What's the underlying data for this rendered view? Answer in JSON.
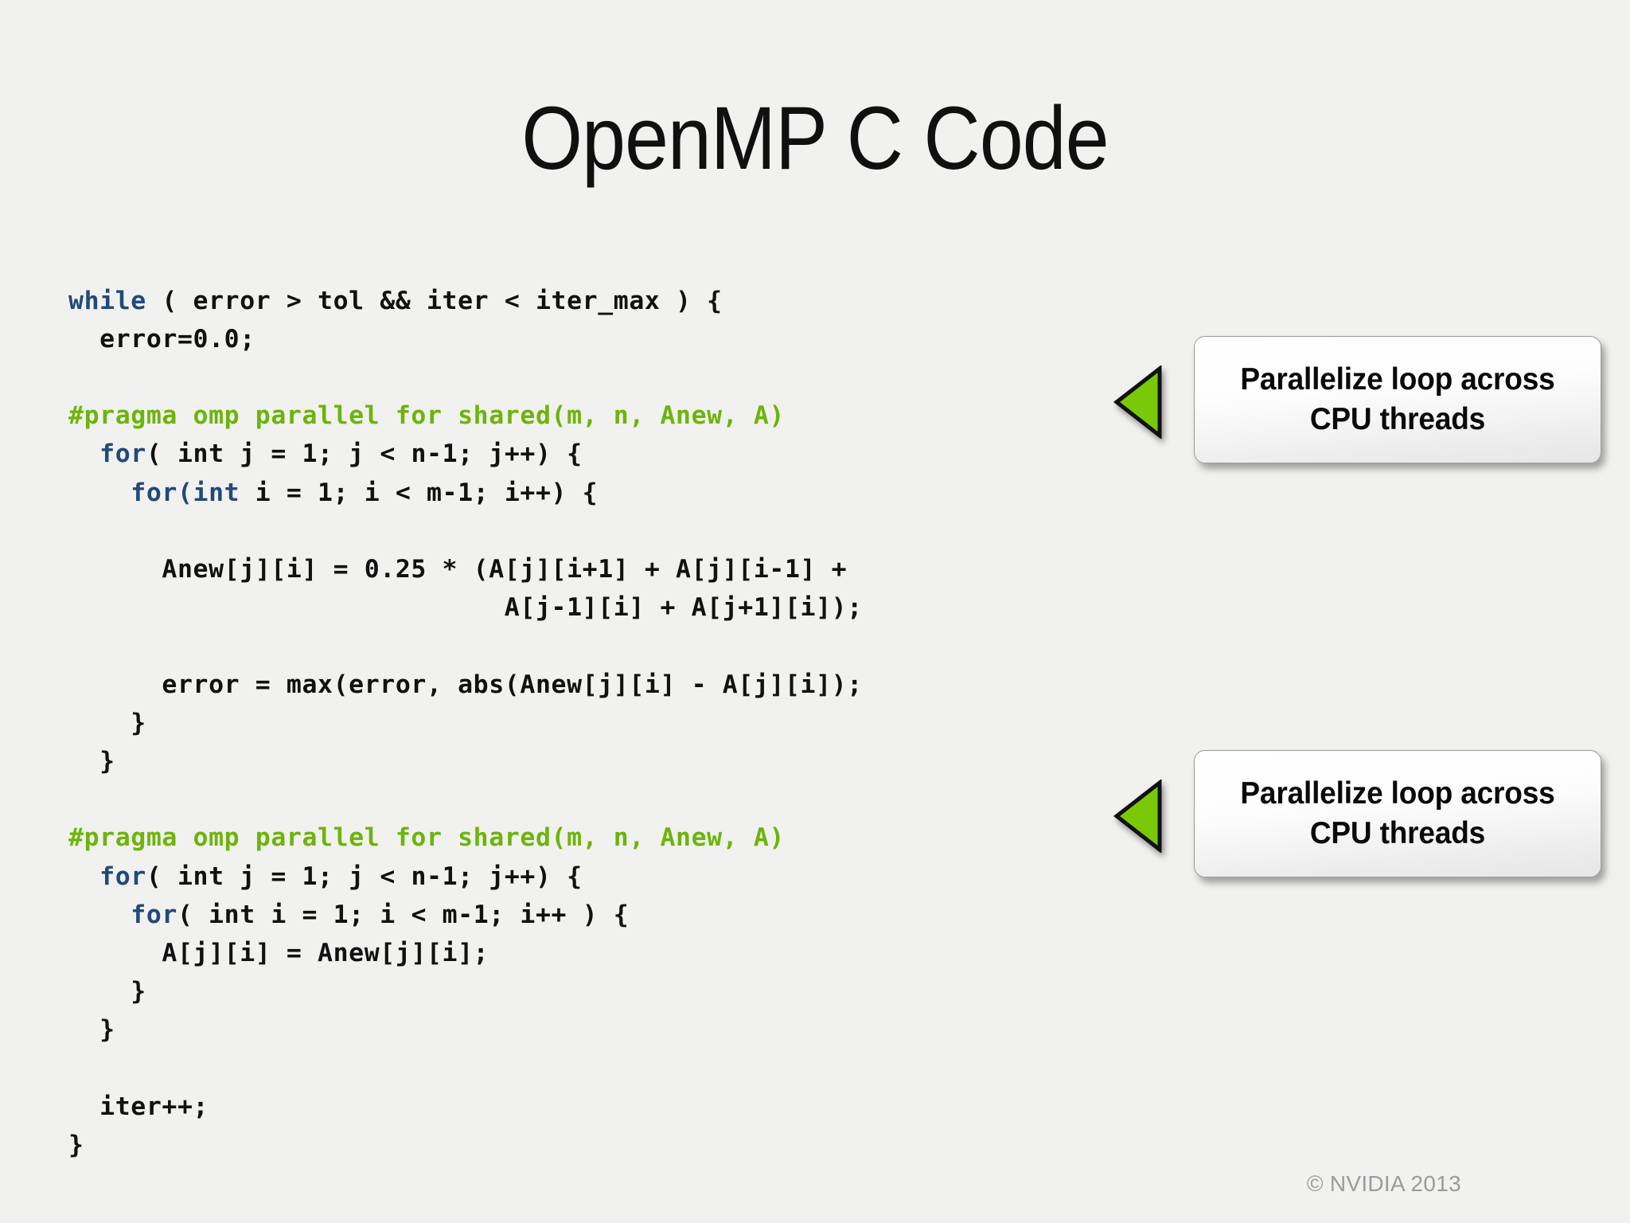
{
  "slide": {
    "title": "OpenMP C Code",
    "background_color": "#f1f1ef",
    "footer_copyright": "© NVIDIA 2013"
  },
  "colors": {
    "keyword_blue": "#23497a",
    "pragma_green": "#6db40b",
    "arrow_green": "#79c908",
    "code_black": "#111111",
    "footer_gray": "#9b9b9e"
  },
  "code": {
    "language": "C",
    "lines": [
      {
        "indent": 0,
        "segments": [
          {
            "text": "while",
            "style": "kw"
          },
          {
            "text": " ( error > tol && iter < iter_max ) {",
            "style": "tx"
          }
        ]
      },
      {
        "indent": 0,
        "segments": [
          {
            "text": "  error=0.0;",
            "style": "tx"
          }
        ]
      },
      {
        "indent": 0,
        "segments": [
          {
            "text": "",
            "style": "tx"
          }
        ]
      },
      {
        "indent": 0,
        "segments": [
          {
            "text": "#pragma omp parallel for shared(m, n, Anew, A)",
            "style": "prg"
          }
        ]
      },
      {
        "indent": 0,
        "segments": [
          {
            "text": "  ",
            "style": "tx"
          },
          {
            "text": "for",
            "style": "kw"
          },
          {
            "text": "( int j = 1; j < n-1; j++) {",
            "style": "tx"
          }
        ]
      },
      {
        "indent": 0,
        "segments": [
          {
            "text": "    ",
            "style": "tx"
          },
          {
            "text": "for(int",
            "style": "kw"
          },
          {
            "text": " i = 1; i < m-1; i++) {",
            "style": "tx"
          }
        ]
      },
      {
        "indent": 0,
        "segments": [
          {
            "text": "",
            "style": "tx"
          }
        ]
      },
      {
        "indent": 0,
        "segments": [
          {
            "text": "      Anew[j][i] = 0.25 * (A[j][i+1] + A[j][i-1] +",
            "style": "tx"
          }
        ]
      },
      {
        "indent": 0,
        "segments": [
          {
            "text": "                            A[j-1][i] + A[j+1][i]);",
            "style": "tx"
          }
        ]
      },
      {
        "indent": 0,
        "segments": [
          {
            "text": "",
            "style": "tx"
          }
        ]
      },
      {
        "indent": 0,
        "segments": [
          {
            "text": "      error = max(error, abs(Anew[j][i] - A[j][i]);",
            "style": "tx"
          }
        ]
      },
      {
        "indent": 0,
        "segments": [
          {
            "text": "    }",
            "style": "tx"
          }
        ]
      },
      {
        "indent": 0,
        "segments": [
          {
            "text": "  }",
            "style": "tx"
          }
        ]
      },
      {
        "indent": 0,
        "segments": [
          {
            "text": "",
            "style": "tx"
          }
        ]
      },
      {
        "indent": 0,
        "segments": [
          {
            "text": "#pragma omp parallel for shared(m, n, Anew, A)",
            "style": "prg"
          }
        ]
      },
      {
        "indent": 0,
        "segments": [
          {
            "text": "  ",
            "style": "tx"
          },
          {
            "text": "for",
            "style": "kw"
          },
          {
            "text": "( int j = 1; j < n-1; j++) {",
            "style": "tx"
          }
        ]
      },
      {
        "indent": 0,
        "segments": [
          {
            "text": "    ",
            "style": "tx"
          },
          {
            "text": "for",
            "style": "kw"
          },
          {
            "text": "( int i = 1; i < m-1; i++ ) {",
            "style": "tx"
          }
        ]
      },
      {
        "indent": 0,
        "segments": [
          {
            "text": "      A[j][i] = Anew[j][i];",
            "style": "tx"
          }
        ]
      },
      {
        "indent": 0,
        "segments": [
          {
            "text": "    }",
            "style": "tx"
          }
        ]
      },
      {
        "indent": 0,
        "segments": [
          {
            "text": "  }",
            "style": "tx"
          }
        ]
      },
      {
        "indent": 0,
        "segments": [
          {
            "text": "",
            "style": "tx"
          }
        ]
      },
      {
        "indent": 0,
        "segments": [
          {
            "text": "  iter++;",
            "style": "tx"
          }
        ]
      },
      {
        "indent": 0,
        "segments": [
          {
            "text": "}",
            "style": "tx"
          }
        ]
      }
    ]
  },
  "callouts": [
    {
      "id": "callout-1",
      "text": "Parallelize loop across\nCPU threads",
      "arrow": "left-triangle"
    },
    {
      "id": "callout-2",
      "text": "Parallelize loop across\nCPU threads",
      "arrow": "left-triangle"
    }
  ]
}
